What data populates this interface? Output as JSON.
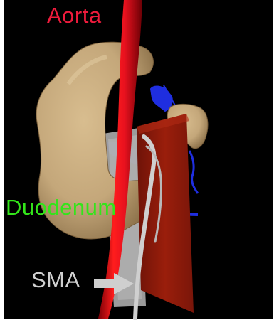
{
  "labels": {
    "aorta": "Aorta",
    "duodenum": "Duodenum",
    "sma": "SMA"
  },
  "colors": {
    "background": "#000000",
    "aorta": "#e8111e",
    "aorta_label": "#ee1b3c",
    "duodenum": "#c4a77a",
    "duodenum_label": "#33e51a",
    "sma_label": "#cfcfcf",
    "arrow": "#cfcfcf",
    "vein": "#1f2ee0",
    "plane_red": "#8e1a0a",
    "plane_gray": "#a3a3a3"
  },
  "icons": {
    "pointer": "arrow-right-icon"
  }
}
